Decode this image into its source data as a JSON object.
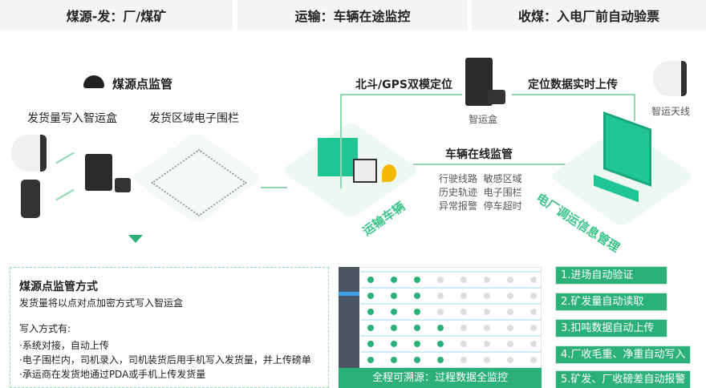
{
  "tabs": [
    "煤源-发：厂/煤矿",
    "运输：车辆在途监控",
    "收煤：入电厂前自动验票"
  ],
  "source": {
    "title": "煤源点监管",
    "write": "发货量写入智运盒",
    "fence": "发货区域电子围栏"
  },
  "transport": {
    "gps": "北斗/GPS双模定位",
    "box": "智运盒",
    "upload": "定位数据实时上传",
    "antenna": "智运天线",
    "monitor": "车辆在线监管",
    "features": [
      "行驶线路  敏感区域",
      "历史轨迹  电子围栏",
      "异常报警  停车超时"
    ],
    "vehicle": "运输车辆",
    "plant": "电厂调运信息管理"
  },
  "method": {
    "title": "煤源点监管方式",
    "desc": "发货量将以点对点加密方式写入智运盒",
    "sub": "写入方式有:",
    "items": [
      "·系统对接，自动上传",
      "·电子围栏内，司机录入，司机装货后用手机写入发货量，并上传磅单",
      "·承运商在发货地通过PDA或手机上传发货量"
    ]
  },
  "trace": "全程可溯源：过程数据全监控",
  "steps": [
    "1.进场自动验证",
    "2.矿发量自动读取",
    "3.扣吨数据自动上传",
    "4.厂收毛重、净重自动写入",
    "5.矿发、厂收磅差自动报警"
  ],
  "colors": {
    "accent": "#2bb07a",
    "light": "#8fd8b4"
  }
}
